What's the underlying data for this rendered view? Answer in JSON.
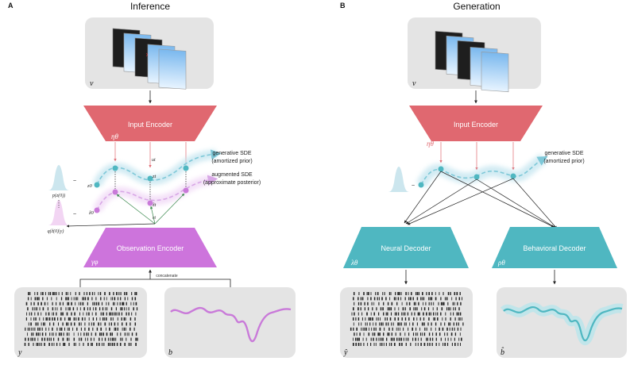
{
  "panels": [
    {
      "letter": "A",
      "title": "Inference"
    },
    {
      "letter": "B",
      "title": "Generation"
    }
  ],
  "inference": {
    "video_symbol": "v",
    "input_encoder": {
      "label": "Input Encoder",
      "symbol": "ηθ"
    },
    "u_label": "ut",
    "generative_sde": {
      "line1": "generative SDE",
      "line2": "(amortized prior)"
    },
    "augmented_sde": {
      "line1": "augmented SDE",
      "line2": "(approximate posterior)"
    },
    "prior_label": "p(z(0))",
    "posterior_label": "q(z̃(0)|y)",
    "z0": "z0",
    "zt": "zt",
    "z0_tilde": "z̃0",
    "zt_tilde": "z̃t",
    "rt": "rt",
    "tilde_sym": "~",
    "observation_encoder": {
      "label": "Observation Encoder",
      "symbol": "γφ"
    },
    "concatenate": "concatenate",
    "neural_symbol": "y",
    "behavior_symbol": "b"
  },
  "generation": {
    "video_symbol": "v",
    "input_encoder": {
      "label": "Input Encoder",
      "symbol": "ηθ"
    },
    "generative_sde": {
      "line1": "generative SDE",
      "line2": "(amortized prior)"
    },
    "tilde_sym": "~",
    "neural_decoder": {
      "label": "Neural Decoder",
      "symbol": "λθ"
    },
    "behavioral_decoder": {
      "label": "Behavioral Decoder",
      "symbol": "ρθ"
    },
    "neural_symbol": "ŷ",
    "behavior_symbol": "b̂"
  },
  "colors": {
    "encoder": "#e06870",
    "observation_encoder": "#cd74dc",
    "decoder": "#4fb7c1",
    "panel_bg": "#e4e4e4",
    "prior_trace": "#7ec8d8",
    "posterior_trace": "#d8a8e6",
    "behavior_trace": "#c97ad9",
    "behavior_hat_trace": "#4fb7c1",
    "spike": "#222222"
  },
  "icons": [
    "video-frames-icon",
    "spike-raster-icon",
    "behavior-trace-icon",
    "gaussian-icon"
  ]
}
